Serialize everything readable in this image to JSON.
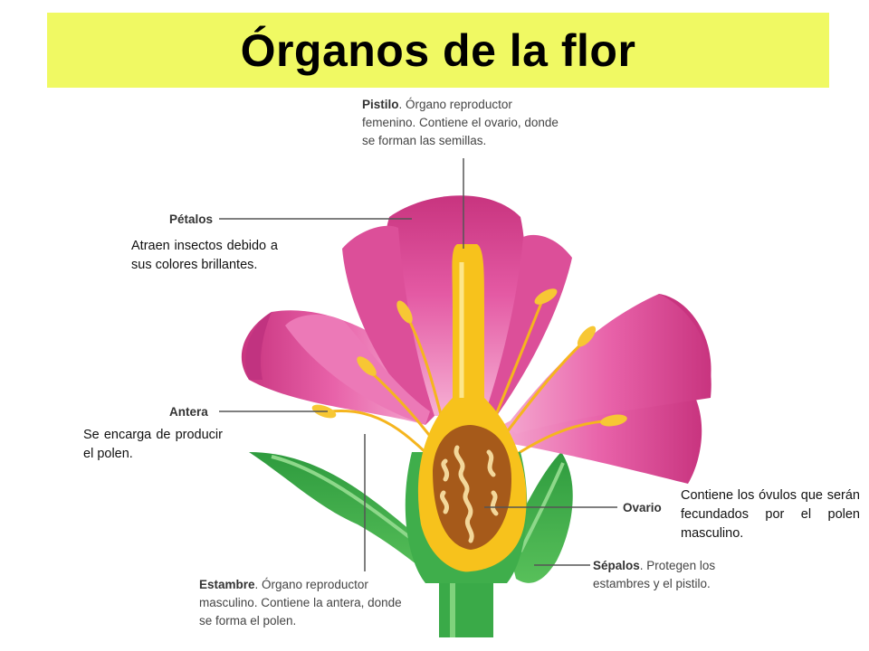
{
  "title": "Órganos de la flor",
  "labels": {
    "pistilo": {
      "term": "Pistilo",
      "text": ". Órgano reproductor femenino. Contiene el ovario, donde se forman las semillas."
    },
    "petalos": {
      "term": "Pétalos"
    },
    "antera": {
      "term": "Antera"
    },
    "ovario": {
      "term": "Ovario"
    },
    "sepalos": {
      "term": "Sépalos",
      "text": ". Protegen los estambres y el pistilo."
    },
    "estambre": {
      "term": "Estambre",
      "text": ". Órgano reproductor masculino. Contiene la antera, donde se forma el polen."
    }
  },
  "descriptions": {
    "petalos": "Atraen insectos debido a sus colores brillantes.",
    "antera": "Se encarga de producir el polen.",
    "ovario": "Contiene los óvulos que serán fecundados por el polen masculino."
  },
  "colors": {
    "banner": "#f0f963",
    "petal_dark": "#c8347f",
    "petal_mid": "#e45aa4",
    "petal_light": "#f4a0cc",
    "sepal": "#35a845",
    "pistil": "#f7c21c",
    "ovary": "#a65a1a"
  }
}
